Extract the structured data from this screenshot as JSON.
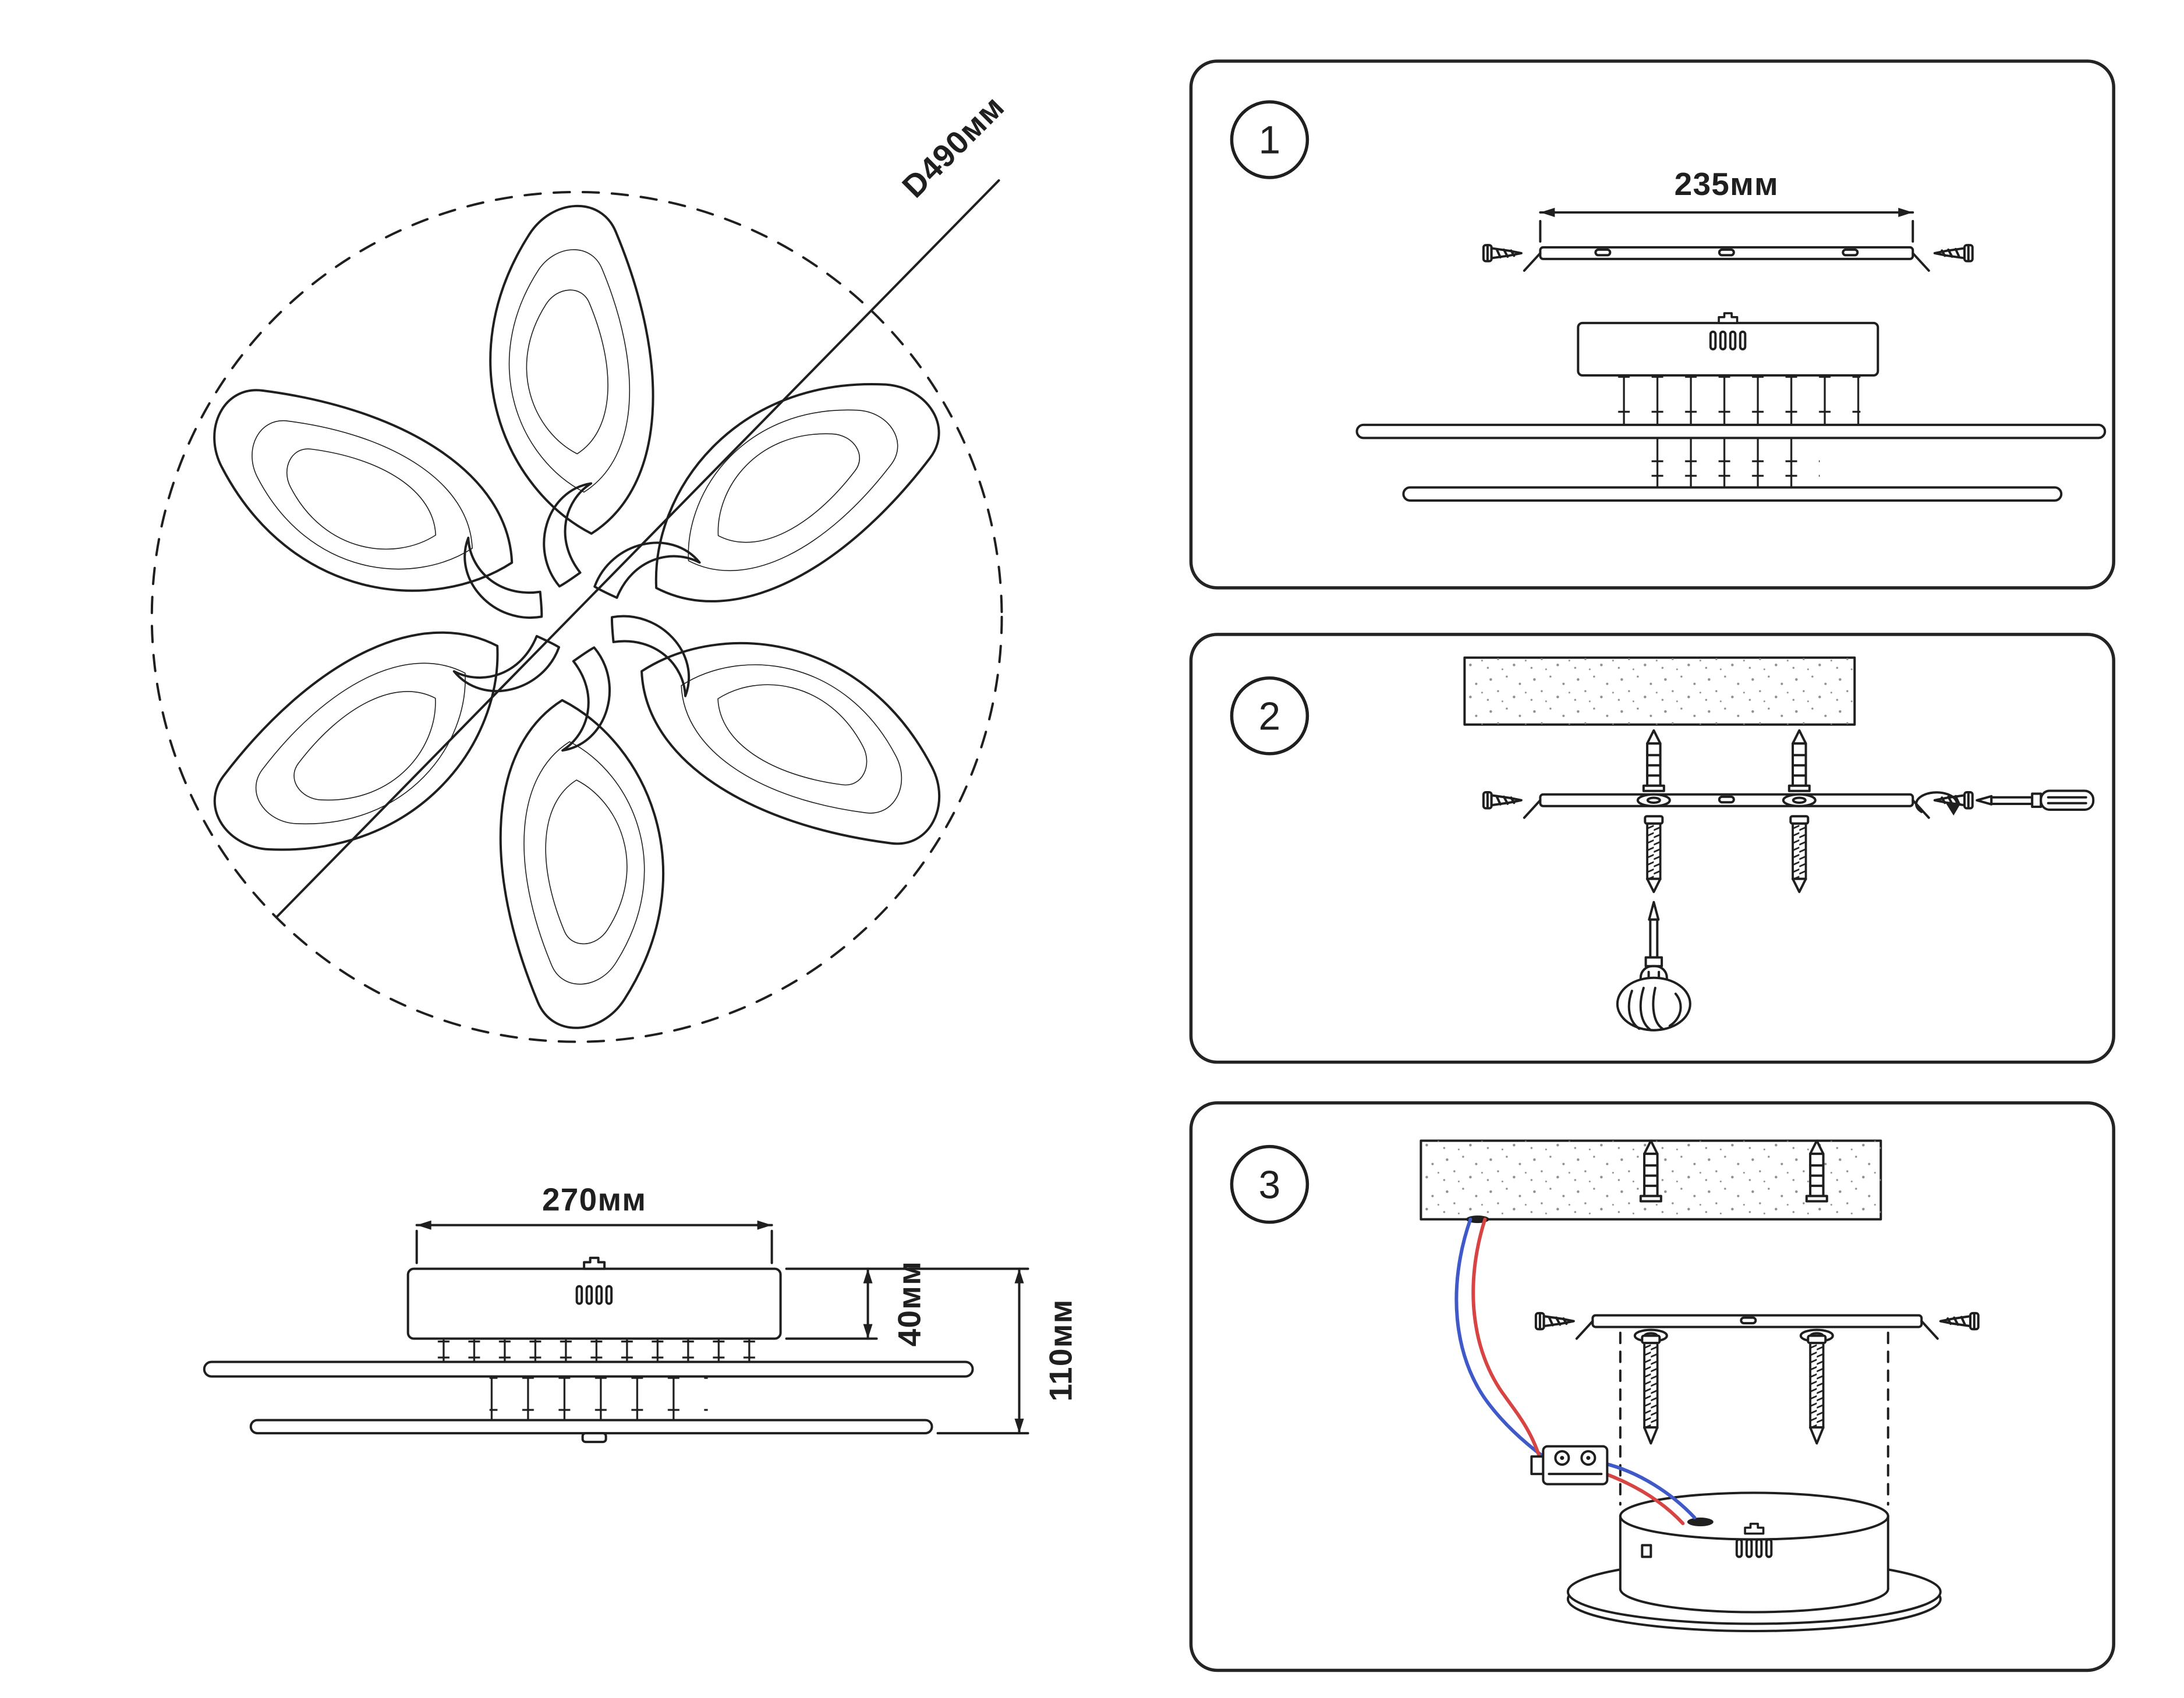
{
  "page": {
    "background": "#ffffff",
    "line_color": "#1f1f1f"
  },
  "top_view": {
    "diameter_label": "D490мм"
  },
  "side_view": {
    "width_label": "270мм",
    "canopy_height_label": "40мм",
    "total_height_label": "110мм"
  },
  "steps": [
    {
      "number": "1",
      "bracket_width_label": "235мм"
    },
    {
      "number": "2"
    },
    {
      "number": "3"
    }
  ],
  "colors": {
    "wire_blue": "#4059c9",
    "wire_red": "#d64444"
  }
}
